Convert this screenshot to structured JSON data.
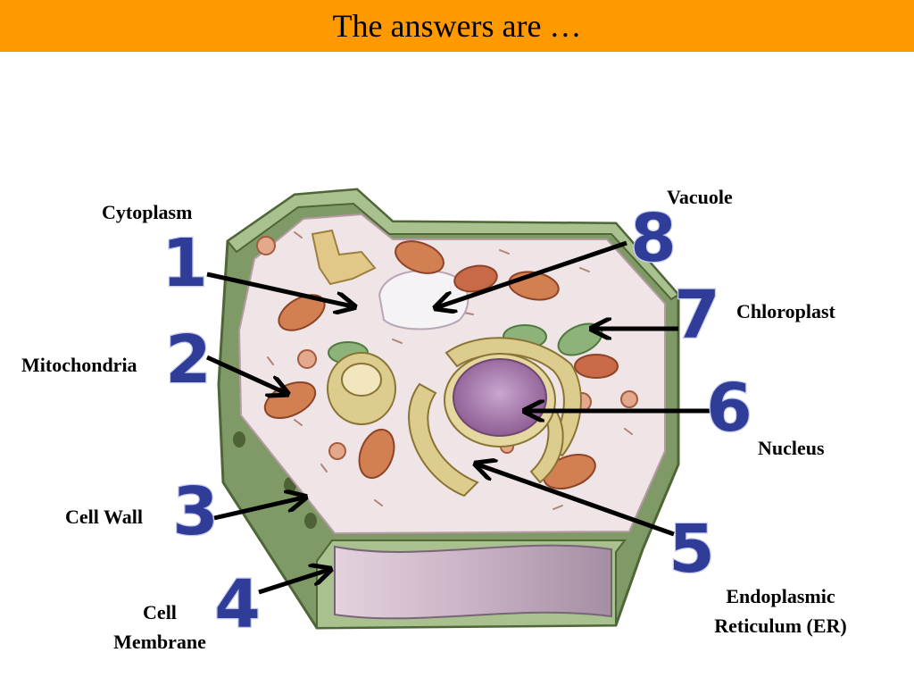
{
  "title": "The answers are …",
  "colors": {
    "title_bar": "#ff9900",
    "number": "#2f3d99",
    "cell_wall": "#8fa874",
    "cytoplasm": "#efe4e6",
    "nucleus": "#a779a8",
    "er": "#dccd8e",
    "mitochondria": "#c9734a",
    "chloroplast": "#7fa36b"
  },
  "markers": [
    {
      "number": "1",
      "label": "Cytoplasm",
      "icon": "arrow-icon"
    },
    {
      "number": "2",
      "label": "Mitochondria",
      "icon": "arrow-icon"
    },
    {
      "number": "3",
      "label": "Cell Wall",
      "icon": "arrow-icon"
    },
    {
      "number": "4",
      "label_lines": [
        "Cell",
        "Membrane"
      ],
      "icon": "arrow-icon"
    },
    {
      "number": "5",
      "label_lines": [
        "Endoplasmic",
        "Reticulum (ER)"
      ],
      "icon": "arrow-icon"
    },
    {
      "number": "6",
      "label": "Nucleus",
      "icon": "arrow-icon"
    },
    {
      "number": "7",
      "label": "Chloroplast",
      "icon": "arrow-icon"
    },
    {
      "number": "8",
      "label": "Vacuole",
      "icon": "arrow-icon"
    }
  ]
}
